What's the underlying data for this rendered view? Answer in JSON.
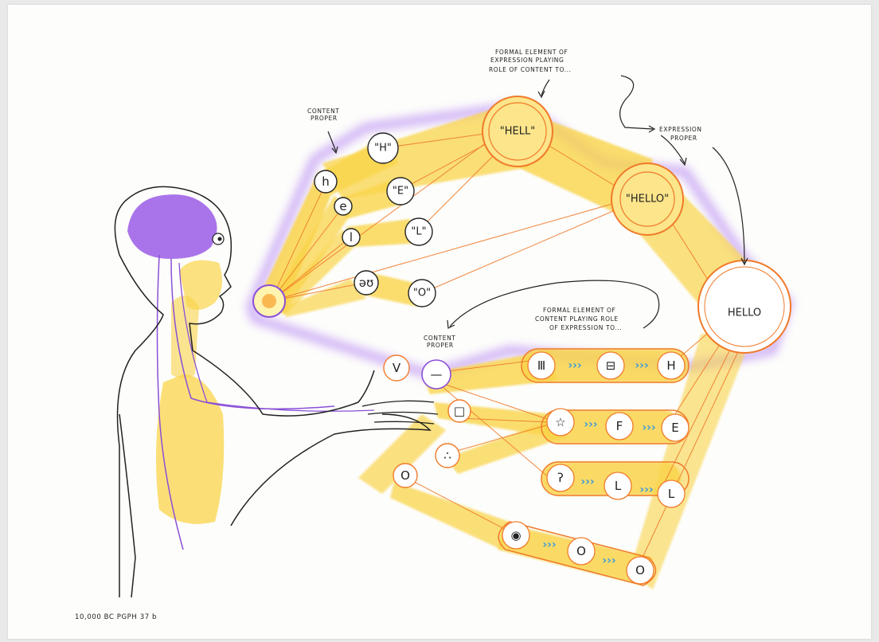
{
  "labels": {
    "content_proper_top": [
      "CONTENT",
      "PROPER"
    ],
    "formal_expression": [
      "FORMAL ELEMENT OF",
      "EXPRESSION PLAYING",
      "ROLE OF   CONTENT TO..."
    ],
    "expression_proper": [
      "EXPRESSION",
      "PROPER"
    ],
    "formal_content": [
      "FORMAL ELEMENT OF",
      "CONTENT PLAYING ROLE",
      "OF EXPRESSION TO..."
    ],
    "content_proper_bottom": [
      "CONTENT",
      "PROPER"
    ],
    "footer": "10,000 BC   PGPH 37 b"
  },
  "sounds": [
    "h",
    "e",
    "l",
    "əʊ"
  ],
  "phonemes": [
    "\"H\"",
    "\"E\"",
    "\"L\"",
    "\"O\""
  ],
  "word_partial": "\"HELL\"",
  "word_full": "\"HELLO\"",
  "written_word": "HELLO",
  "gestures": [
    "V",
    "—",
    "□",
    "∴",
    "O"
  ],
  "letter_rows": [
    {
      "pictogram": "Ⅲ",
      "glyph": "⊟",
      "letter": "H"
    },
    {
      "pictogram": "☆",
      "glyph": "F",
      "letter": "E"
    },
    {
      "pictogram": "ʔ",
      "glyph": "L",
      "letter": "L"
    },
    {
      "pictogram": "◉",
      "glyph": "O",
      "letter": "O"
    }
  ],
  "chevrons": "›››",
  "colors": {
    "yellow": "#f7c931",
    "orange": "#f07a2a",
    "purple": "#8a4fd8",
    "blue_chevron": "#3a9ad9"
  }
}
